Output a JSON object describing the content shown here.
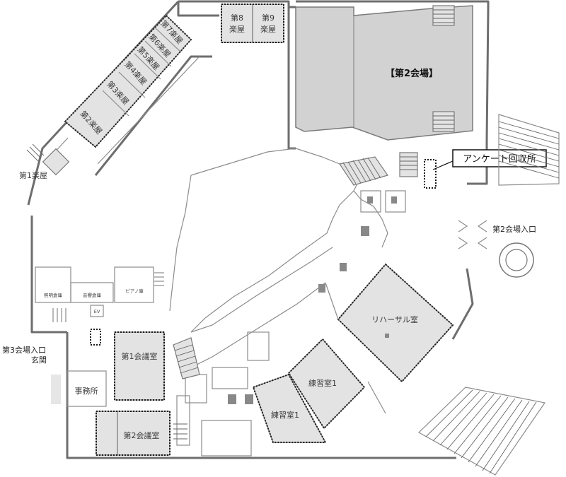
{
  "rooms": {
    "hall2": "【第2会場】",
    "green1": "第1楽屋",
    "green2": "第2楽屋",
    "green3": "第3楽屋",
    "green4": "第4楽屋",
    "green5": "第5楽屋",
    "green6": "第6楽屋",
    "green7": "第7楽屋",
    "green8": "第8楽屋",
    "green9": "第9楽屋",
    "rehearsal": "リハーサル室",
    "practice1a": "練習室1",
    "practice1b": "練習室1",
    "conf1": "第1会議室",
    "conf2": "第2会議室",
    "office": "事務所",
    "lighting": "照明倉庫",
    "sound": "音響倉庫",
    "piano": "ピアノ庫",
    "ev": "EV"
  },
  "entrances": {
    "hall2_entrance": "第2会場入口",
    "hall3_entrance": "第3会場入口",
    "genkan": "玄関"
  },
  "callout": {
    "survey": "アンケート回収所"
  }
}
